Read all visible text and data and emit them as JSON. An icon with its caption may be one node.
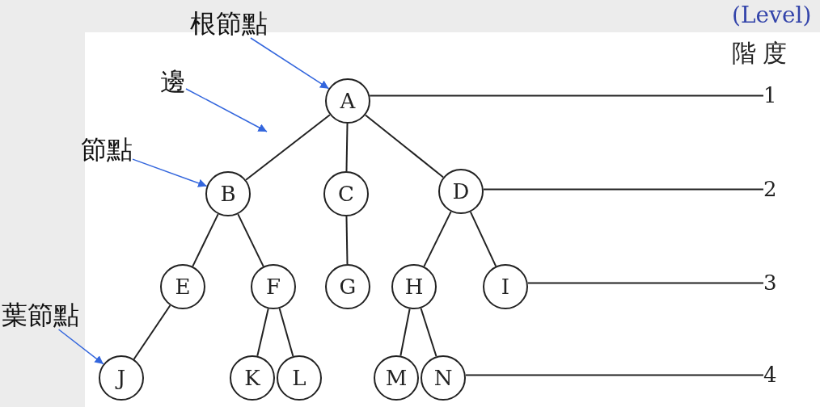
{
  "diagram": {
    "nodes": [
      {
        "text": [
          "A"
        ]
      },
      {
        "text": [
          "B"
        ]
      },
      {
        "text": [
          "C"
        ]
      },
      {
        "text": [
          "D"
        ]
      },
      {
        "text": [
          "E"
        ]
      },
      {
        "text": [
          "F"
        ]
      },
      {
        "text": [
          "G"
        ]
      },
      {
        "text": [
          "H"
        ]
      },
      {
        "text": [
          "I"
        ]
      },
      {
        "text": [
          "J"
        ]
      },
      {
        "text": [
          "K"
        ]
      },
      {
        "text": [
          "L"
        ]
      },
      {
        "text": [
          "M"
        ]
      },
      {
        "text": [
          "N"
        ]
      },
      {
        "text": [
          "根節點"
        ]
      },
      {
        "text": [
          "邊"
        ]
      },
      {
        "text": [
          "節點"
        ]
      },
      {
        "text": [
          "葉節點"
        ]
      },
      {
        "text": [
          "1"
        ]
      },
      {
        "text": [
          "2"
        ]
      },
      {
        "text": [
          "3"
        ]
      },
      {
        "text": [
          "4"
        ]
      }
    ],
    "edges": [
      {
        "from": 0,
        "to": 1,
        "arrow": "none"
      },
      {
        "from": 0,
        "to": 2,
        "arrow": "none"
      },
      {
        "from": 0,
        "to": 3,
        "arrow": "none"
      },
      {
        "from": 1,
        "to": 4,
        "arrow": "none"
      },
      {
        "from": 1,
        "to": 5,
        "arrow": "none"
      },
      {
        "from": 2,
        "to": 6,
        "arrow": "none"
      },
      {
        "from": 3,
        "to": 7,
        "arrow": "none"
      },
      {
        "from": 3,
        "to": 8,
        "arrow": "none"
      },
      {
        "from": 4,
        "to": 9,
        "arrow": "none"
      },
      {
        "from": 5,
        "to": 10,
        "arrow": "none"
      },
      {
        "from": 5,
        "to": 11,
        "arrow": "none"
      },
      {
        "from": 7,
        "to": 12,
        "arrow": "none"
      },
      {
        "from": 7,
        "to": 13,
        "arrow": "none"
      },
      {
        "from": 14,
        "to": 0,
        "arrow": "to",
        "color": "#3366dd"
      },
      {
        "from": 15,
        "to": null,
        "arrow": "to",
        "color": "#3366dd"
      },
      {
        "from": 16,
        "to": 1,
        "arrow": "to",
        "color": "#3366dd"
      },
      {
        "from": 17,
        "to": 9,
        "arrow": "to",
        "color": "#3366dd"
      },
      {
        "from": 0,
        "to": 18,
        "arrow": "none"
      },
      {
        "from": 3,
        "to": 19,
        "arrow": "none"
      },
      {
        "from": 8,
        "to": 20,
        "arrow": "none"
      },
      {
        "from": 13,
        "to": 21,
        "arrow": "none"
      }
    ],
    "labels": [
      "(Level)",
      "階度"
    ]
  }
}
